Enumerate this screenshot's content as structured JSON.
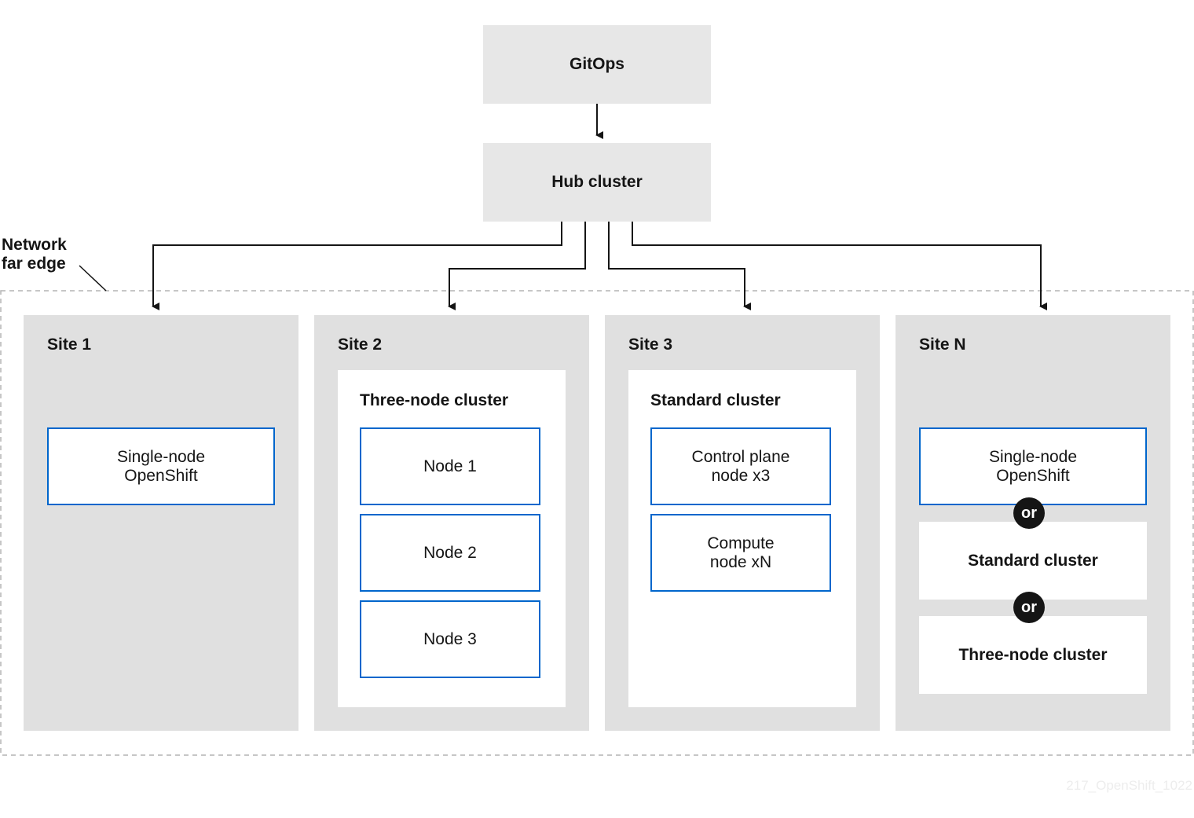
{
  "gitops": "GitOps",
  "hub": "Hub cluster",
  "network_label": [
    "Network",
    "far edge"
  ],
  "or_label": "or",
  "sites": [
    {
      "title": "Site 1",
      "node": "Single-node\nOpenShift"
    },
    {
      "title": "Site 2",
      "cluster_title": "Three-node cluster",
      "nodes": [
        "Node 1",
        "Node 2",
        "Node 3"
      ]
    },
    {
      "title": "Site 3",
      "cluster_title": "Standard cluster",
      "nodes": [
        "Control plane\nnode x3",
        "Compute\nnode xN"
      ]
    },
    {
      "title": "Site N",
      "node": "Single-node\nOpenShift",
      "alt1": "Standard cluster",
      "alt2": "Three-node cluster"
    }
  ],
  "watermark": "217_OpenShift_1022",
  "colors": {
    "node_border": "#0066cc",
    "box_gray": "#e7e7e7",
    "site_gray": "#e0e0e0"
  }
}
